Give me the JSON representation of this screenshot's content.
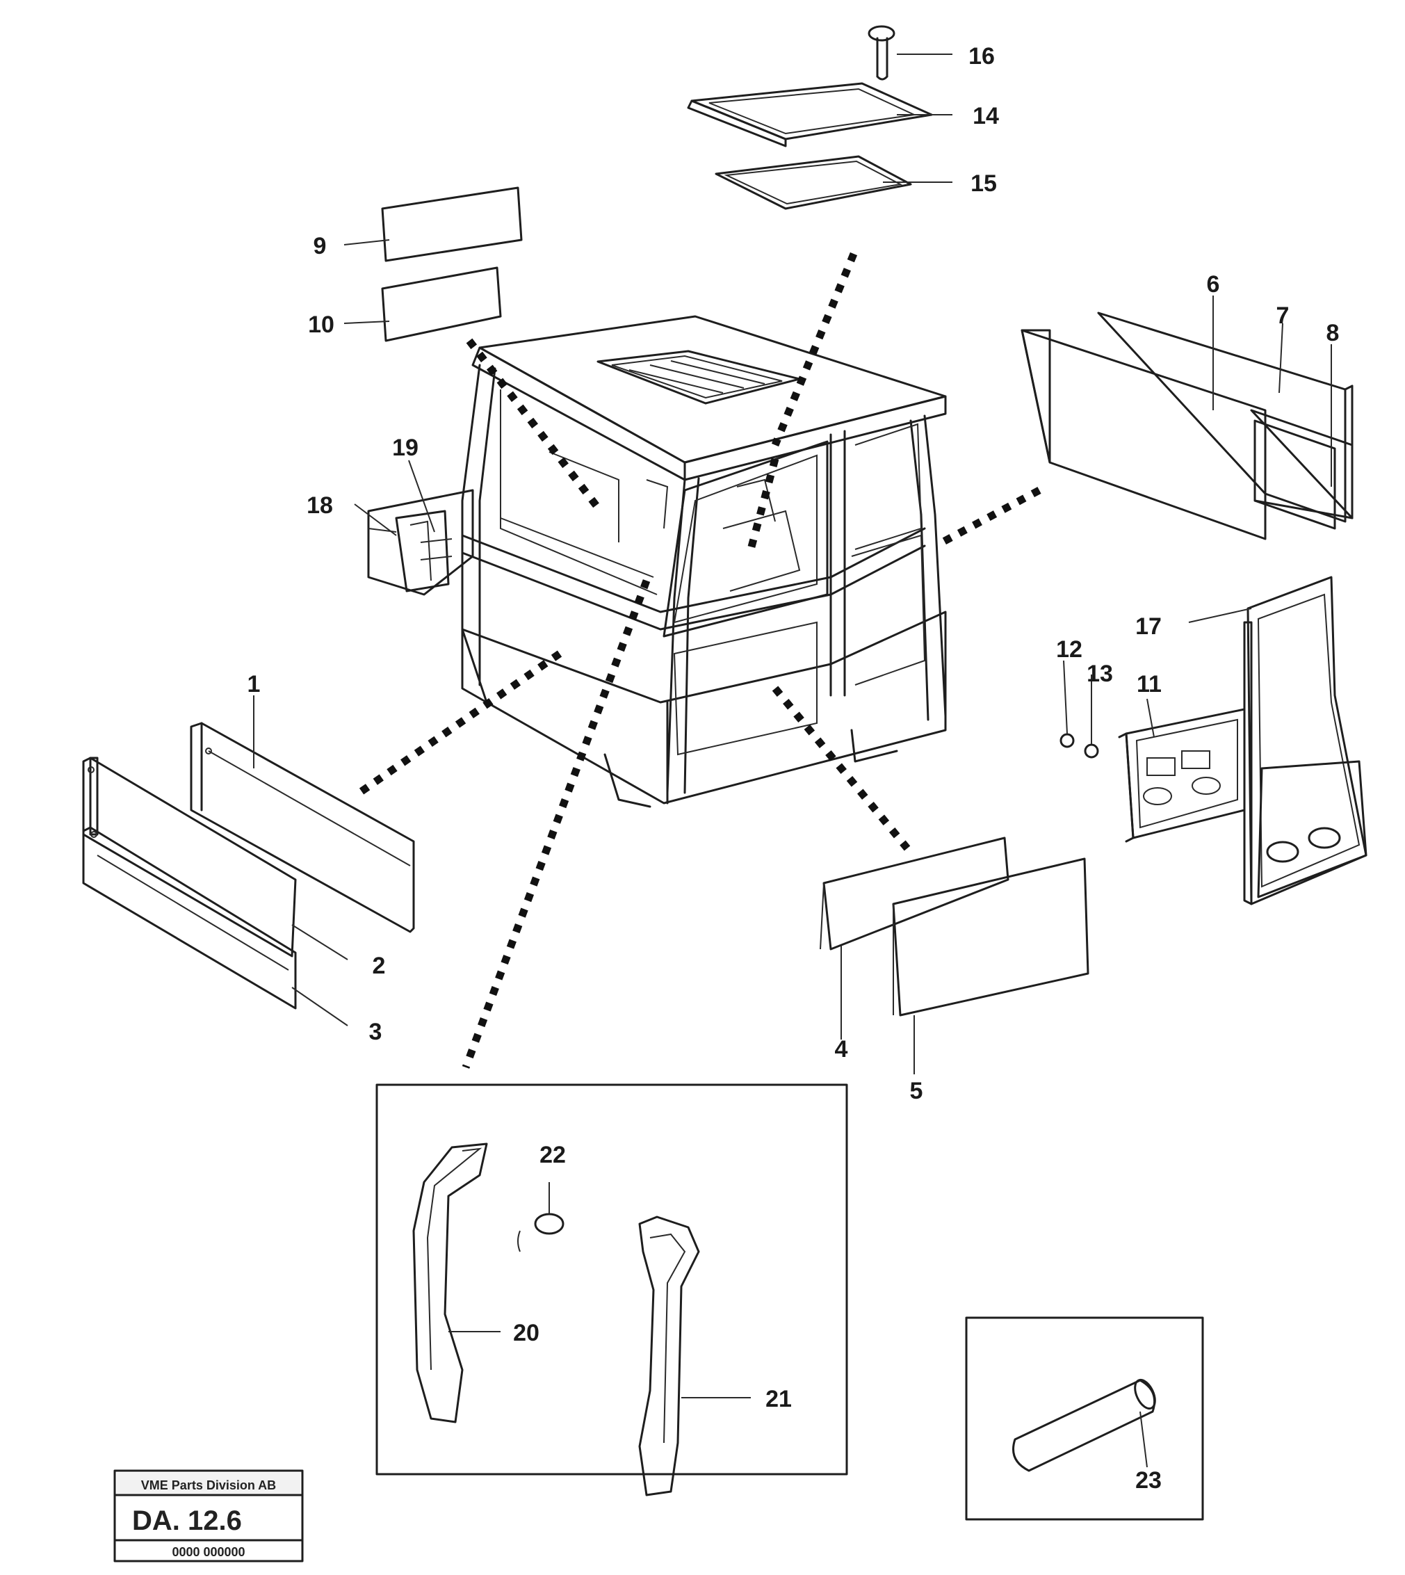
{
  "callouts": [
    "1",
    "2",
    "3",
    "4",
    "5",
    "6",
    "7",
    "8",
    "9",
    "10",
    "11",
    "12",
    "13",
    "14",
    "15",
    "16",
    "17",
    "18",
    "19",
    "20",
    "21",
    "22",
    "23"
  ],
  "stamp": {
    "header": "VME Parts Division AB",
    "code": "DA. 12.6",
    "footer": "0000 000000"
  }
}
